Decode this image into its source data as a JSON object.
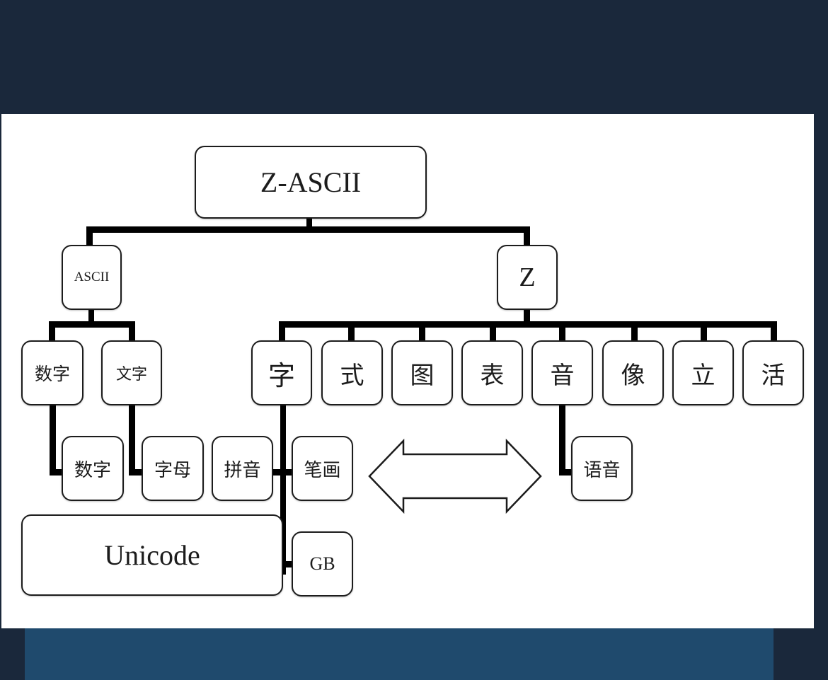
{
  "diagram": {
    "root": "Z-ASCII",
    "branches": {
      "ascii": {
        "label": "ASCII",
        "children": [
          "数字",
          "文字"
        ],
        "leaves": [
          "数字",
          "字母"
        ]
      },
      "z": {
        "label": "Z",
        "children": [
          "字",
          "式",
          "图",
          "表",
          "音",
          "像",
          "立",
          "活"
        ]
      }
    },
    "zi_children": [
      "拼音",
      "笔画",
      "GB"
    ],
    "unicode": "Unicode",
    "yin_children": [
      "语音"
    ],
    "arrow": "double-arrow-icon"
  }
}
